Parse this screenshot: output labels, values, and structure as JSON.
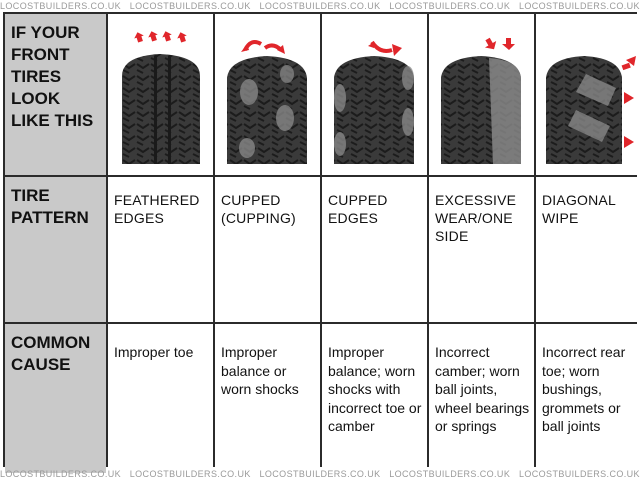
{
  "watermark": "LOCOSTBUILDERS.CO.UK",
  "rows": {
    "header_label": "IF YOUR FRONT TIRES LOOK LIKE THIS",
    "pattern_label": "TIRE PATTERN",
    "cause_label": "COMMON CAUSE"
  },
  "columns": [
    {
      "pattern": "FEATHERED EDGES",
      "cause": "Improper toe",
      "icon": "feathered-edges-tire-icon"
    },
    {
      "pattern": "CUPPED (CUPPING)",
      "cause": "Improper balance or worn shocks",
      "icon": "cupping-tire-icon"
    },
    {
      "pattern": "CUPPED EDGES",
      "cause": "Improper balance; worn shocks with incorrect toe or camber",
      "icon": "cupped-edges-tire-icon"
    },
    {
      "pattern": "EXCESSIVE WEAR/ONE SIDE",
      "cause": "Incorrect camber; worn ball joints, wheel bearings or springs",
      "icon": "one-side-wear-tire-icon"
    },
    {
      "pattern": "DIAGONAL WIPE",
      "cause": "Incorrect rear toe; worn bushings, grommets or ball joints",
      "icon": "diagonal-wipe-tire-icon"
    }
  ],
  "colors": {
    "arrow": "#e0262b",
    "tire": "#3a3a3a",
    "wear": "#8c8c8c",
    "header_bg": "#c9c9c9"
  }
}
